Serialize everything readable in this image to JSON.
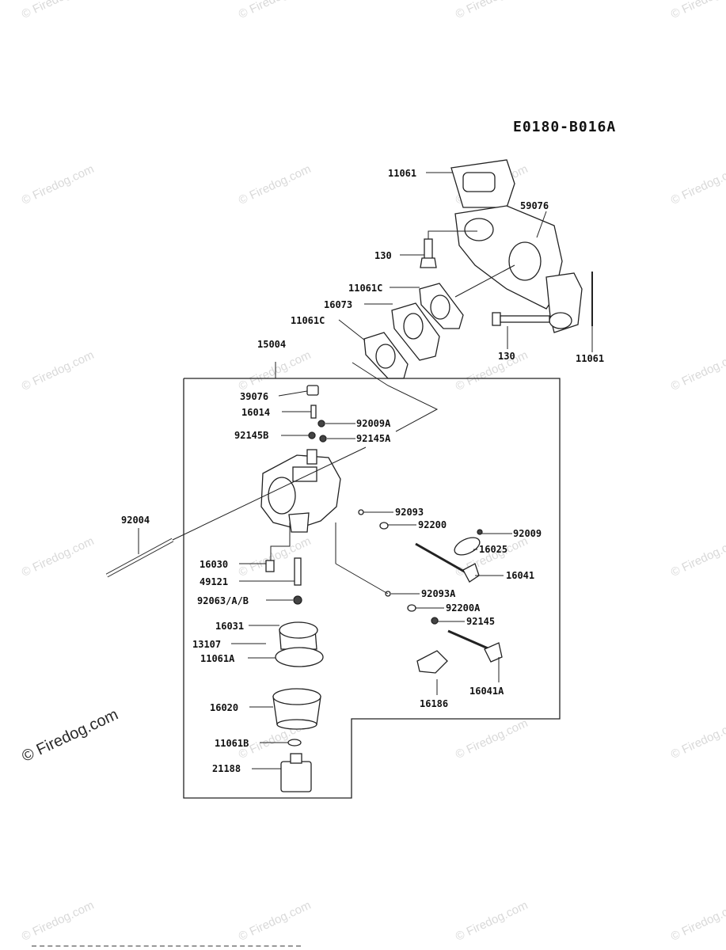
{
  "diagram_code": "E0180-B016A",
  "watermark": {
    "text": "© Firedog.com"
  },
  "part_labels": [
    {
      "id": "11061-top",
      "text": "11061"
    },
    {
      "id": "59076",
      "text": "59076"
    },
    {
      "id": "130-upper",
      "text": "130"
    },
    {
      "id": "11061c-upper",
      "text": "11061C"
    },
    {
      "id": "16073",
      "text": "16073"
    },
    {
      "id": "11061c-lower",
      "text": "11061C"
    },
    {
      "id": "130-lower",
      "text": "130"
    },
    {
      "id": "11061-right",
      "text": "11061"
    },
    {
      "id": "15004",
      "text": "15004"
    },
    {
      "id": "39076",
      "text": "39076"
    },
    {
      "id": "16014",
      "text": "16014"
    },
    {
      "id": "92009a",
      "text": "92009A"
    },
    {
      "id": "92145b",
      "text": "92145B"
    },
    {
      "id": "92145a",
      "text": "92145A"
    },
    {
      "id": "92004",
      "text": "92004"
    },
    {
      "id": "92093",
      "text": "92093"
    },
    {
      "id": "92200",
      "text": "92200"
    },
    {
      "id": "92009",
      "text": "92009"
    },
    {
      "id": "16025",
      "text": "16025"
    },
    {
      "id": "16041",
      "text": "16041"
    },
    {
      "id": "16030",
      "text": "16030"
    },
    {
      "id": "49121",
      "text": "49121"
    },
    {
      "id": "92063",
      "text": "92063/A/B"
    },
    {
      "id": "92093a",
      "text": "92093A"
    },
    {
      "id": "92200a",
      "text": "92200A"
    },
    {
      "id": "92145",
      "text": "92145"
    },
    {
      "id": "16031",
      "text": "16031"
    },
    {
      "id": "13107",
      "text": "13107"
    },
    {
      "id": "11061a",
      "text": "11061A"
    },
    {
      "id": "16186",
      "text": "16186"
    },
    {
      "id": "16041a",
      "text": "16041A"
    },
    {
      "id": "16020",
      "text": "16020"
    },
    {
      "id": "11061b",
      "text": "11061B"
    },
    {
      "id": "21188",
      "text": "21188"
    }
  ]
}
